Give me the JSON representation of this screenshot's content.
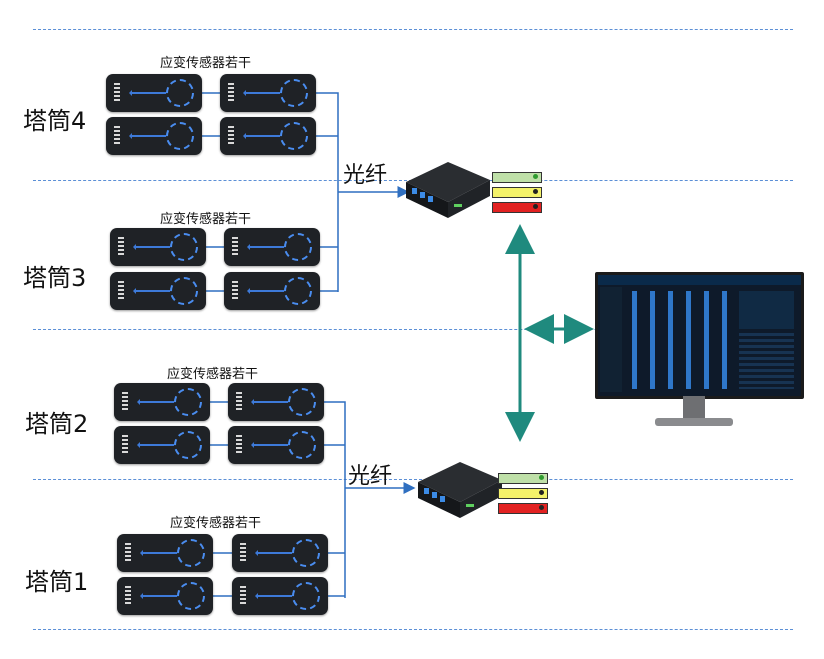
{
  "towers": [
    {
      "label": "塔筒4",
      "caption": "应变传感器若干"
    },
    {
      "label": "塔筒3",
      "caption": "应变传感器若干"
    },
    {
      "label": "塔筒2",
      "caption": "应变传感器若干"
    },
    {
      "label": "塔筒1",
      "caption": "应变传感器若干"
    }
  ],
  "fiber_label": "光纤",
  "colors": {
    "dashed_line": "#5b8fd6",
    "fiber_arrow": "#2f6fc0",
    "network_arrow": "#1f8a7e",
    "server_green": "#bfe0a8",
    "server_yellow": "#f4f26a",
    "server_red": "#e22222"
  },
  "icons": [
    "strain-sensor-icon",
    "demodulator-device-icon",
    "server-stack-icon",
    "monitor-icon"
  ]
}
